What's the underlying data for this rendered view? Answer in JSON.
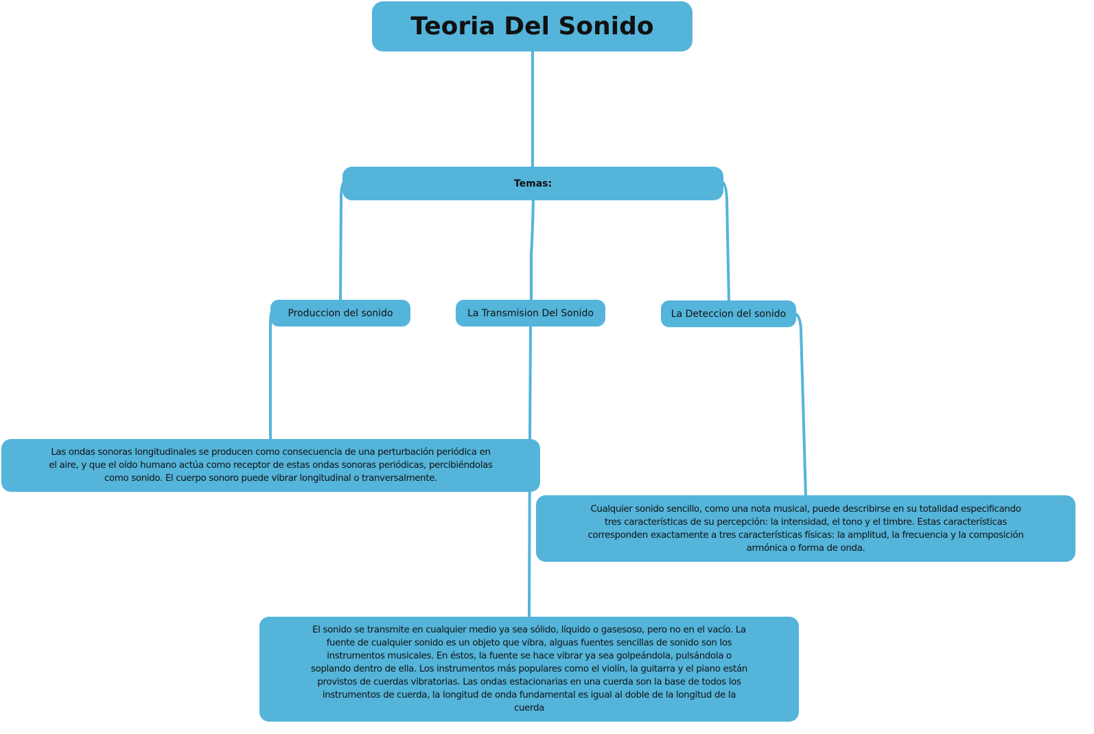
{
  "title": "Teoria Del Sonido",
  "header": "Temas:",
  "topics": [
    {
      "label": "Produccion del sonido",
      "description": "Las ondas sonoras longitudinales se producen como consecuencia de una perturbación periódica en\nel aire, y que el oído humano actúa como receptor de estas ondas sonoras periódicas, percibiéndolas\ncomo sonido. El cuerpo sonoro puede vibrar longitudinal o tranversalmente."
    },
    {
      "label": "La Transmision Del Sonido",
      "description": "El sonido se transmite en cualquier medio ya sea sólido, líquido o gasesoso, pero no en el vacío. La\nfuente de cualquier sonido es un objeto que vibra, alguas fuentes sencillas de sonido son los\ninstrumentos musicales. En éstos, la fuente se hace vibrar ya sea golpeándola, pulsándola o\nsoplando dentro de ella. Los instrumentos más populares como el violín, la guitarra y el piano están\nprovistos de cuerdas vibratorias. Las ondas estacionarias en una cuerda son la base de todos los\ninstrumentos de cuerda, la longitud de onda fundamental es igual al doble de la longitud de la\ncuerda"
    },
    {
      "label": "La Deteccion del sonido",
      "description": "Cualquier sonido sencillo, como una nota musical, puede describirse en su totalidad especificando\ntres características de su percepción: la intensidad, el tono y el timbre. Estas características\ncorresponden exactamente a tres características físicas: la amplitud, la frecuencia y la composición\narmónica o forma de onda."
    }
  ],
  "colors": {
    "node": "#54b4da",
    "link": "#54b4da"
  }
}
